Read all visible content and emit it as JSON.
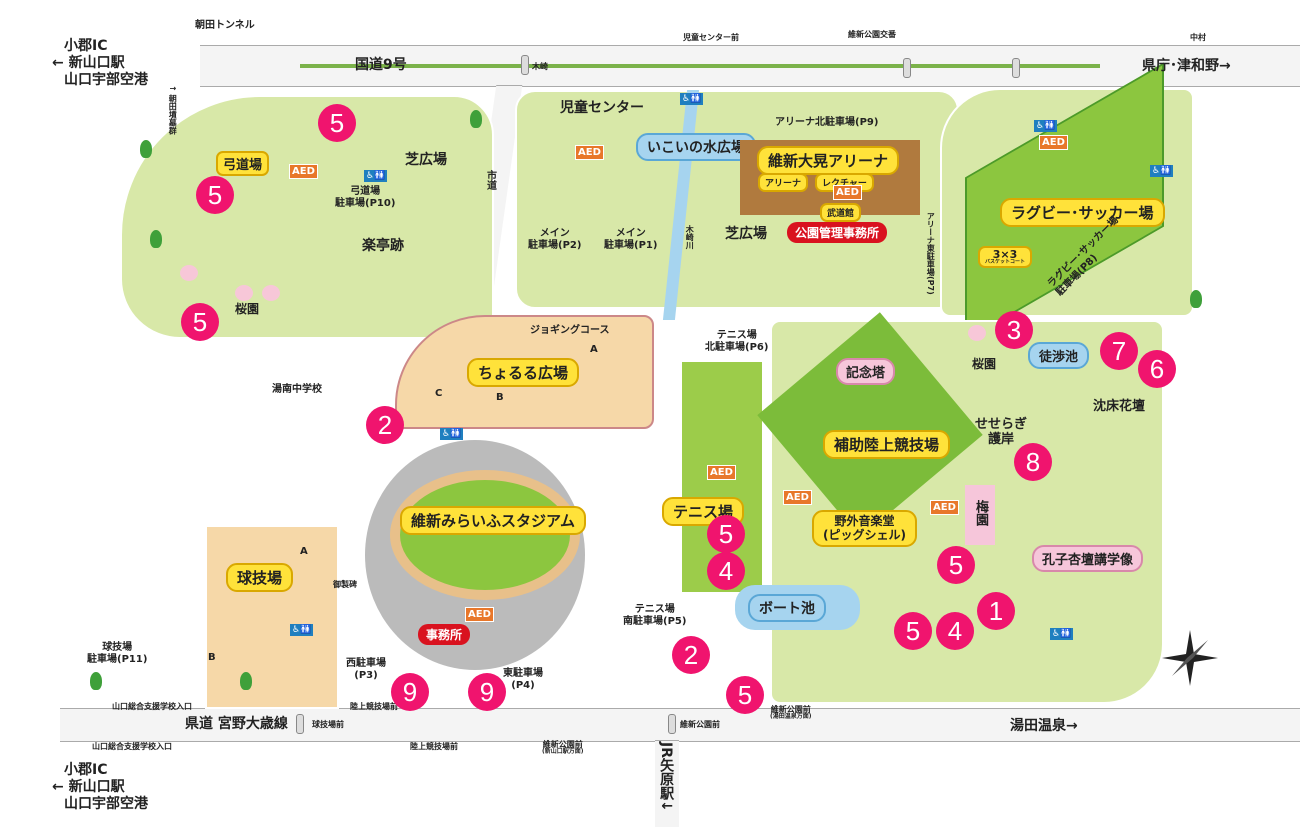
{
  "roads": {
    "asada_tunnel": "朝田トンネル",
    "route9": "国道9号",
    "prefectural_road": "県道 宮野大歳線",
    "city_road": "市道",
    "kizaki_river": "木崎川",
    "asada_tombs": "↑ 朝田墳墓群"
  },
  "directions": {
    "west_top": [
      "小郡IC",
      "← 新山口駅",
      "山口宇部空港"
    ],
    "west_bottom": [
      "小郡IC",
      "← 新山口駅",
      "山口宇部空港"
    ],
    "east_top": "県庁･津和野→",
    "east_bottom": "湯田温泉→",
    "jr_station": "JR矢原駅↓"
  },
  "bus_stops": {
    "kizaki": "木崎",
    "children_center_mae": "児童センター前",
    "koban": "維新公園交番",
    "nakamura": "中村",
    "school_entrance_1": "山口総合支援学校入口",
    "school_entrance_2": "山口総合支援学校入口",
    "stadium_mae_1": "陸上競技場前",
    "stadium_mae_2": "陸上競技場前",
    "ballpark_mae": "球技場前",
    "park_mae_shinyamaguchi": "維新公園前",
    "park_mae_shinyamaguchi_sub": "(新山口駅方面)",
    "park_mae_signal": "維新公園前",
    "park_mae_yuda": "維新公園前",
    "park_mae_yuda_sub": "(湯田温泉方面)"
  },
  "facilities": {
    "kyudojo": "弓道場",
    "kyudojo_parking": "弓道場\n駐車場(P10)",
    "lawn_1": "芝広場",
    "rakutei": "楽亭跡",
    "sakura_1": "桜園",
    "children_center": "児童センター",
    "ikoi": "いこいの水広場",
    "main_p2": "メイン\n駐車場(P2)",
    "main_p1": "メイン\n駐車場(P1)",
    "arena_north_p9": "アリーナ北駐車場(P9)",
    "arena": "維新大晃アリーナ",
    "arena_sub": "アリーナ",
    "lecture": "レクチャー",
    "budokan": "武道館",
    "park_office": "公園管理事務所",
    "lawn_2": "芝広場",
    "arena_east_p7": "アリーナ東駐車場(P7)",
    "rugby": "ラグビー･サッカー場",
    "basket": "3×3",
    "basket_sub": "バスケットコート",
    "rugby_p8": "ラグビー･サッカー場\n駐車場(P8)",
    "jogging": "ジョギングコース",
    "choruru": "ちょるる広場",
    "yunan_jhs": "湯南中学校",
    "stadium": "維新みらいふスタジアム",
    "monument": "御製碑",
    "office": "事務所",
    "ballpark": "球技場",
    "ballpark_p11": "球技場\n駐車場(P11)",
    "west_p3": "西駐車場\n(P3)",
    "east_p4": "東駐車場\n(P4)",
    "tennis_north_p6": "テニス場\n北駐車場(P6)",
    "tennis": "テニス場",
    "tennis_south_p5": "テニス場\n南駐車場(P5)",
    "boat_pond": "ボート池",
    "memorial_tower": "記念塔",
    "aux_track": "補助陸上競技場",
    "amphitheater": "野外音楽堂",
    "amphitheater_sub": "(ピッグシェル)",
    "sakura_2": "桜園",
    "wading_pond": "徒渉池",
    "sunken_garden": "沈床花壇",
    "seseragi": "せせらぎ\n護岸",
    "plum_garden": "梅園",
    "confucius": "孔子杏壇講学像",
    "court_a": "A",
    "court_b": "B",
    "court_c": "C",
    "ball_a": "A",
    "ball_b": "B",
    "aed": "AED"
  },
  "markers": [
    "5",
    "5",
    "5",
    "2",
    "5",
    "4",
    "2",
    "5",
    "9",
    "9",
    "3",
    "7",
    "6",
    "8",
    "5",
    "5",
    "4",
    "1"
  ],
  "colors": {
    "marker": "#f0146e",
    "park": "#d8e8a8",
    "label": "#ffe23a",
    "water": "#a6d4ef"
  }
}
